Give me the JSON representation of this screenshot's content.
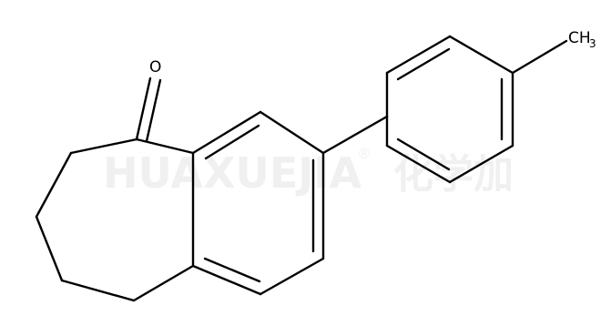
{
  "molecule": {
    "atoms": {
      "oxygen": {
        "symbol": "O"
      },
      "methyl": {
        "symbol": "CH",
        "subscript": "3"
      }
    }
  },
  "watermark": {
    "latin": "HUAXUEJIA",
    "registered": "®",
    "chinese": "化学加"
  },
  "colors": {
    "bond": "#000000",
    "text": "#000000",
    "watermark": "#f0f0f0",
    "background": "#ffffff"
  }
}
